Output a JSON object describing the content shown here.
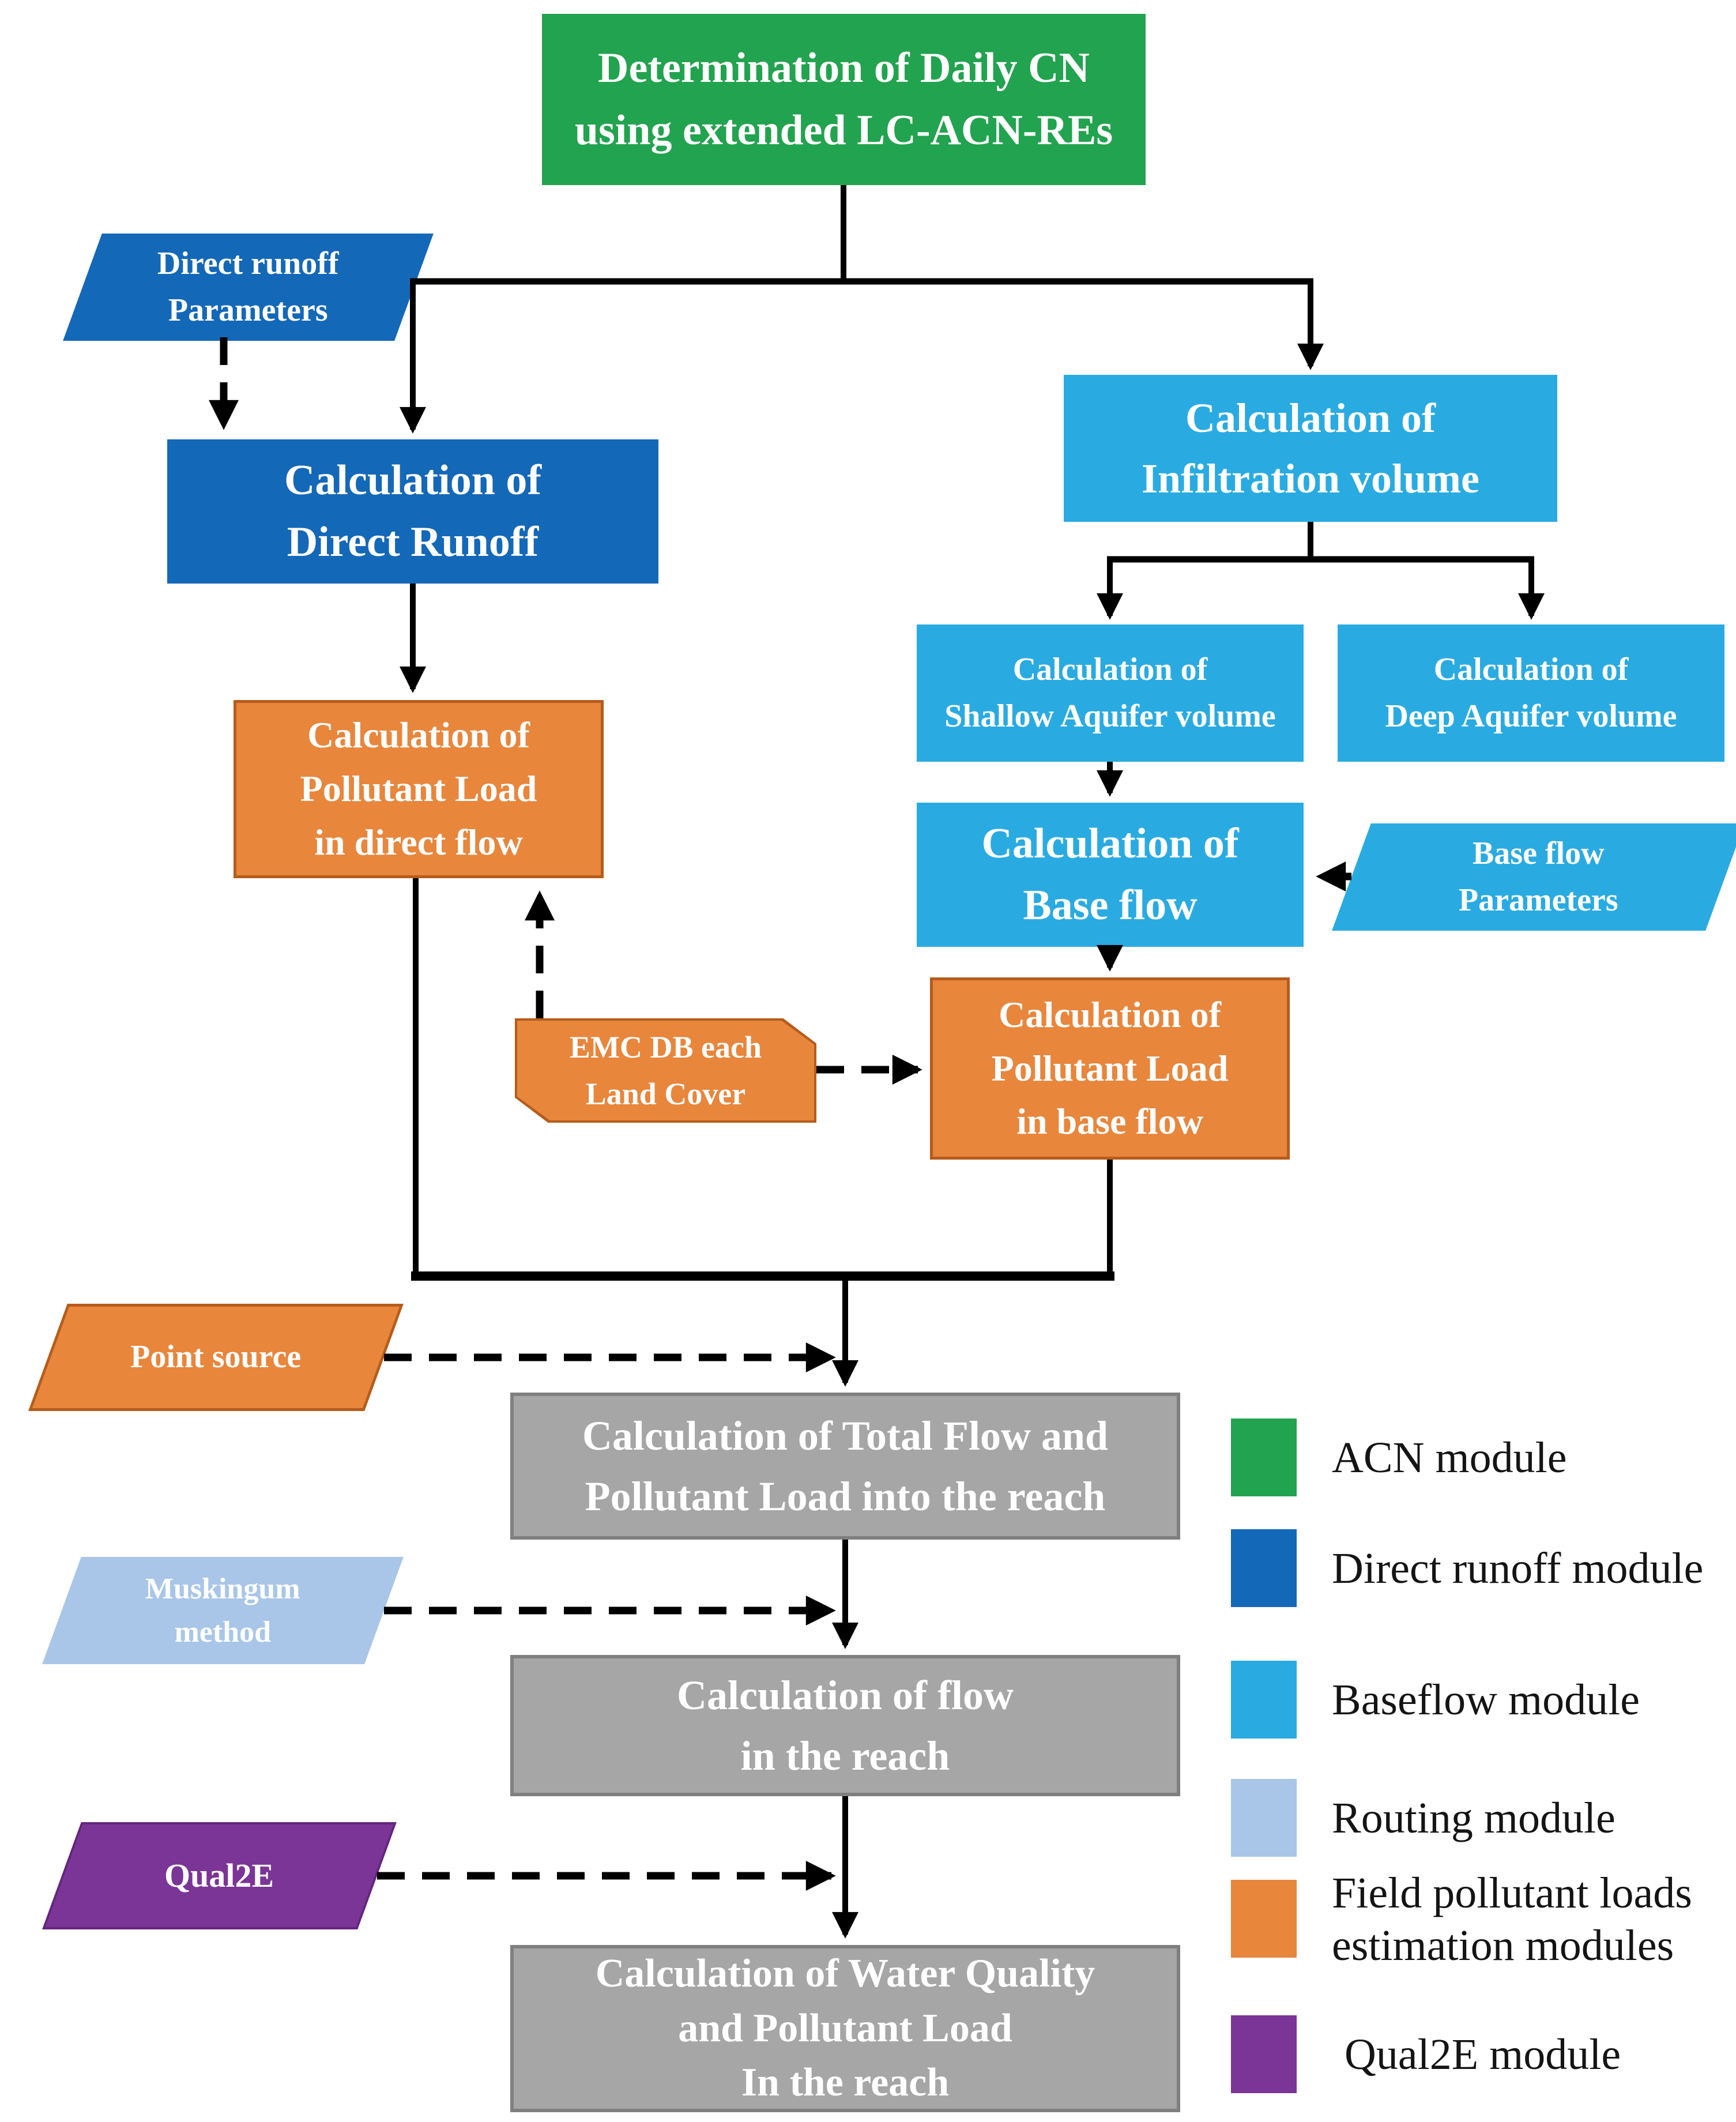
{
  "nodes": {
    "daily_cn": {
      "label": "Determination of Daily CN\nusing extended LC-ACN-REs"
    },
    "direct_runoff_params": {
      "label": "Direct runoff\nParameters"
    },
    "calc_direct_runoff": {
      "label": "Calculation of\nDirect Runoff"
    },
    "calc_infiltration": {
      "label": "Calculation of\nInfiltration volume"
    },
    "calc_shallow_aquifer": {
      "label": "Calculation of\nShallow Aquifer volume"
    },
    "calc_deep_aquifer": {
      "label": "Calculation of\nDeep Aquifer volume"
    },
    "calc_base_flow": {
      "label": "Calculation of\nBase flow"
    },
    "base_flow_params": {
      "label": "Base flow\nParameters"
    },
    "calc_pollutant_direct": {
      "label": "Calculation of\nPollutant Load\nin direct flow"
    },
    "emc_db": {
      "label": "EMC DB each\nLand Cover"
    },
    "calc_pollutant_base": {
      "label": "Calculation of\nPollutant Load\nin base flow"
    },
    "point_source": {
      "label": "Point source"
    },
    "calc_total_flow": {
      "label": "Calculation of Total Flow and\nPollutant Load  into the reach"
    },
    "muskingum": {
      "label": "Muskingum\nmethod"
    },
    "calc_flow_reach": {
      "label": "Calculation of flow\nin the reach"
    },
    "qual2e": {
      "label": "Qual2E"
    },
    "calc_water_quality": {
      "label": "Calculation of Water Quality\nand Pollutant Load\nIn the reach"
    }
  },
  "legend": {
    "items": [
      {
        "label": "ACN module",
        "color": "#22a34f"
      },
      {
        "label": "Direct runoff module",
        "color": "#1468b8"
      },
      {
        "label": "Baseflow module",
        "color": "#29abe2"
      },
      {
        "label": "Routing module",
        "color": "#a9c6e8"
      },
      {
        "label": "Field pollutant loads\nestimation modules",
        "color": "#e8863c"
      },
      {
        "label": "Qual2E module",
        "color": "#7b3596"
      }
    ]
  },
  "colors": {
    "acn_green": "#22a34f",
    "direct_runoff_blue": "#1468b8",
    "baseflow_cyan": "#29abe2",
    "routing_pale_blue": "#a9c6e8",
    "pollutant_orange": "#e8863c",
    "qual2e_purple": "#7b3596",
    "reach_gray": "#a6a6a6",
    "line_black": "#000000"
  }
}
